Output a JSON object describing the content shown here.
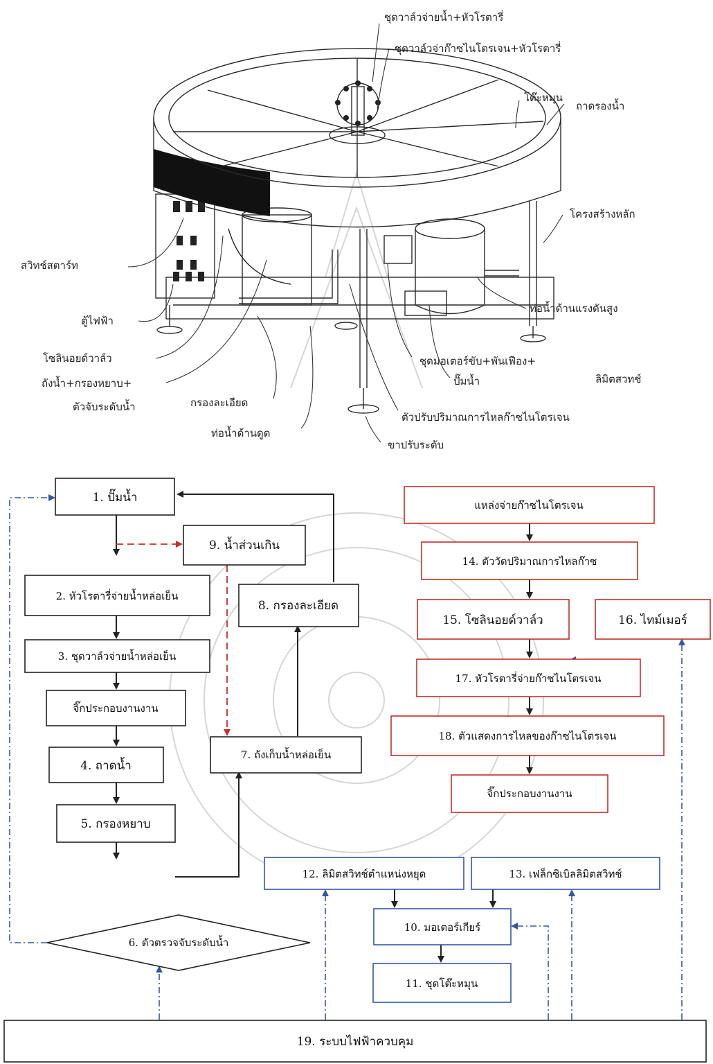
{
  "illustration": {
    "labels": {
      "water_valve": "ชุดวาล์วจ่ายน้ำ+หัวโรตารี่",
      "nitrogen_valve": "ชุดวาล์วจ่าก๊าซไนโตรเจน+หัวโรตารี่",
      "rotary_table": "โต๊ะหมุน",
      "water_tray": "ถาดรองน้ำ",
      "main_frame": "โครงสร้างหลัก",
      "start_switch": "สวิทช์สตาร์ท",
      "high_pressure_pipe": "ท่อน้ำด้านแรงดันสูง",
      "electric_cabinet": "ตู้ไฟฟ้า",
      "solenoid_valve": "โซลินอยด์วาล์ว",
      "motor_set_line1": "ชุดมอเตอร์ขับ+พันเฟือง+",
      "motor_set_line2": "ลิมิตสวทช์",
      "tank_line1": "ถังน้ำ+กรองหยาบ+",
      "tank_line2": "ตัวจับระดับน้ำ",
      "fine_filter": "กรองละเอียด",
      "pump": "ปั๊มน้ำ",
      "flow_adjuster": "ตัวปรับปริมาณการไหลก๊าซไนโตรเจน",
      "suction_pipe": "ท่อน้ำด้านดูด",
      "leveling_feet": "ขาปรับระดับ"
    }
  },
  "flow": {
    "n1": "1. ปั๊มน้ำ",
    "n2": "2. หัวโรตารี่จ่ายน้ำหล่อเย็น",
    "n3": "3. ชุดวาล์วจ่ายน้ำหล่อเย็น",
    "jig_a": "จิ๊กประกอบงานงาน",
    "n4": "4. ถาดน้ำ",
    "n5": "5. กรองหยาบ",
    "n6": "6. ตัวตรวจจับระดับน้ำ",
    "n7": "7. ถังเก็บน้ำหล่อเย็น",
    "n8": "8. กรองละเอียด",
    "n9": "9. น้ำส่วนเกิน",
    "n10": "10. มอเตอร์เกียร์",
    "n11": "11. ชุดโต๊ะหมุน",
    "n12": "12. ลิมิตสวิทช์ตำแหน่งหยุด",
    "n13": "13. เฟล็กซิเบิลลิมิตสวิทช์",
    "nsrc": "แหล่งจ่ายก๊าซไนโตรเจน",
    "n14": "14. ตัววัดปริมาณการไหลก๊าซ",
    "n15": "15. โซลินอยด์วาล์ว",
    "n16": "16. ไทม์เมอร์",
    "n17": "17. หัวโรตารี่จ่ายก๊าซไนโตรเจน",
    "n18": "18. ตัวแสดงการไหลของก๊าซไนโตรเจน",
    "jig_b": "จิ๊กประกอบงานงาน",
    "n19": "19. ระบบไฟฟ้าควบคุม"
  },
  "colors": {
    "water_loop": "#222222",
    "gas_loop": "#c0302a",
    "control_loop": "#3556a5"
  }
}
